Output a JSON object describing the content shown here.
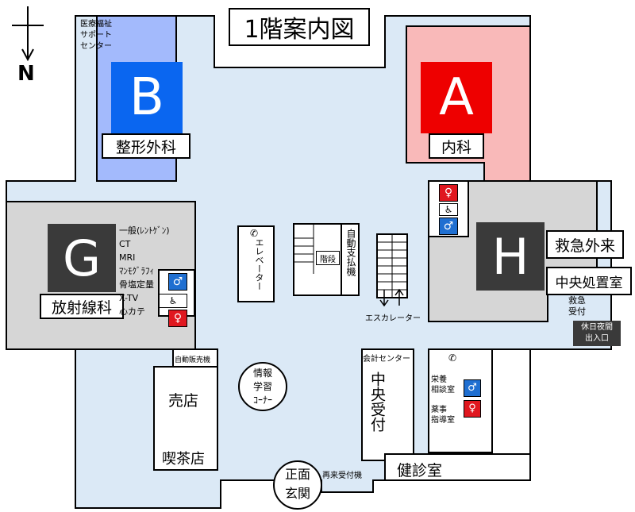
{
  "title": "1階案内図",
  "compass": {
    "letter": "N"
  },
  "departments": {
    "A": {
      "letter": "A",
      "name": "内科",
      "color": "#ee0000"
    },
    "B": {
      "letter": "B",
      "name": "整形外科",
      "color": "#0a66f0"
    },
    "G": {
      "letter": "G",
      "name": "放射線科",
      "color": "#3a3a3a"
    },
    "H": {
      "letter": "H",
      "name": "救急外来",
      "name2": "中央処置室",
      "color": "#3a3a3a"
    }
  },
  "radiology_rooms": [
    "一般(ﾚﾝﾄｹﾞﾝ)",
    "CT",
    "MRI",
    "ﾏﾝﾓｸﾞﾗﾌｨ",
    "骨塩定量",
    "X-TV",
    "心カテ"
  ],
  "labels": {
    "support_center": [
      "医療福祉",
      "サポート",
      "センター"
    ],
    "elevator": "エレベーター",
    "stairs": "階段",
    "auto_payment": "自動支払機",
    "escalator": "エスカレーター",
    "emergency_reception": [
      "救急",
      "受付"
    ],
    "night_entrance": [
      "休日夜間",
      "出入口"
    ],
    "vending": "自動販売機",
    "shop": "売店",
    "cafe": "喫茶店",
    "info_corner": [
      "情報",
      "学習",
      "ｺｰﾅｰ"
    ],
    "main_entrance": [
      "正面",
      "玄関"
    ],
    "revisit_machine": "再来受付機",
    "accounting": "会計センター",
    "central_reception": "中央受付",
    "checkup": "健診室",
    "nutrition": [
      "栄養",
      "相談室"
    ],
    "pharmacy": [
      "薬事",
      "指導室"
    ]
  },
  "colors": {
    "floor": "#dbe9f6",
    "wall": "#000000",
    "gray_area": "#d6d6d6",
    "blue_area": "#a3bafc",
    "red_area": "#f9b9b9",
    "toilet_blue": "#1f6fd1",
    "toilet_red": "#e0171f"
  }
}
